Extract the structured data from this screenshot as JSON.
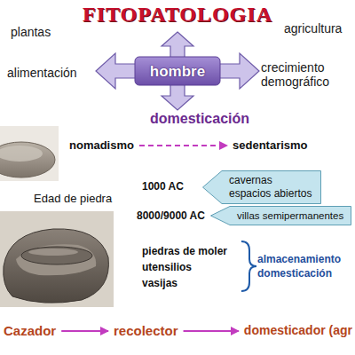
{
  "diagram": {
    "title": "FITOPATOLOGIA",
    "nodes": [
      {
        "text": [
          "hombre"
        ]
      },
      {
        "text": [
          "cavernas espacios abiertos"
        ]
      },
      {
        "text": [
          "villas semipermanentes"
        ]
      }
    ],
    "labels": [
      "plantas",
      "agricultura",
      "alimentación",
      "crecimiento demográfico",
      "domesticación",
      "nomadismo",
      "sedentarismo",
      "1000 AC",
      "Edad de piedra",
      "8000/9000 AC",
      "piedras de moler",
      "utensilios",
      "vasijas",
      "almacenamiento domesticación",
      "Cazador",
      "recolector",
      "domesticador (agr"
    ]
  }
}
